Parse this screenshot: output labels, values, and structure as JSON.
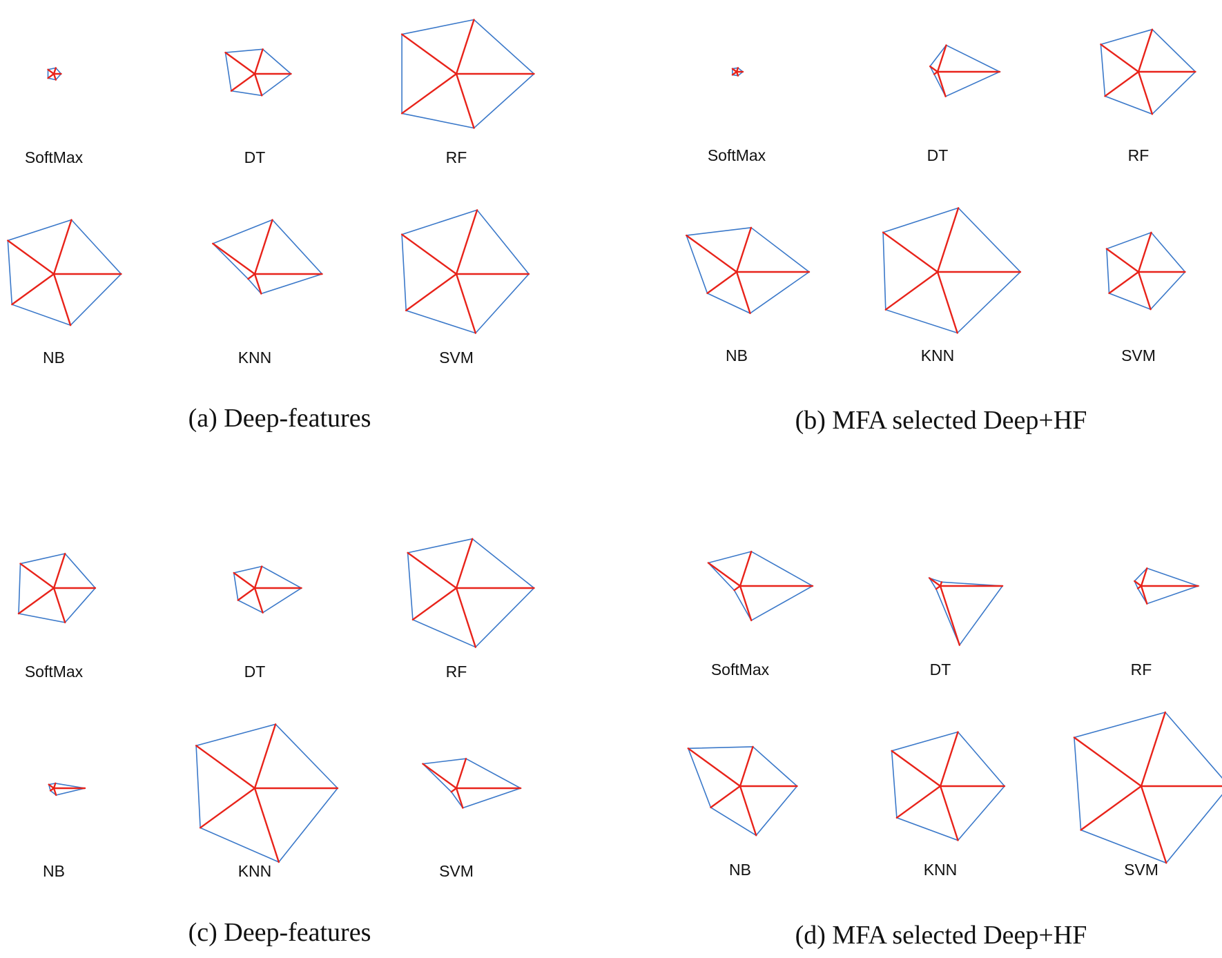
{
  "colors": {
    "outline": "#3a78c9",
    "spokes": "#e8231a"
  },
  "chart_data": [
    {
      "type": "radar",
      "caption": "(a) Deep-features",
      "charts": [
        {
          "label": "SoftMax",
          "values": [
            0.06,
            0.07,
            0.07,
            0.07,
            0.06
          ]
        },
        {
          "label": "DT",
          "values": [
            0.25,
            0.35,
            0.35,
            0.28,
            0.22
          ]
        },
        {
          "label": "RF",
          "values": [
            0.55,
            0.65,
            0.75,
            0.65,
            0.55
          ]
        },
        {
          "label": "NB",
          "values": [
            0.55,
            0.55,
            0.65,
            0.5,
            0.52
          ]
        },
        {
          "label": "KNN",
          "values": [
            0.55,
            0.5,
            0.65,
            0.08,
            0.2
          ]
        },
        {
          "label": "SVM",
          "values": [
            0.65,
            0.65,
            0.7,
            0.6,
            0.6
          ]
        }
      ]
    },
    {
      "type": "radar",
      "caption": "(b) MFA selected Deep+HF",
      "charts": [
        {
          "label": "SoftMax",
          "values": [
            0.04,
            0.05,
            0.06,
            0.05,
            0.04
          ]
        },
        {
          "label": "DT",
          "values": [
            0.27,
            0.09,
            0.6,
            0.04,
            0.25
          ]
        },
        {
          "label": "RF",
          "values": [
            0.43,
            0.45,
            0.55,
            0.4,
            0.43
          ]
        },
        {
          "label": "NB",
          "values": [
            0.45,
            0.6,
            0.7,
            0.35,
            0.42
          ]
        },
        {
          "label": "KNN",
          "values": [
            0.65,
            0.65,
            0.8,
            0.62,
            0.62
          ]
        },
        {
          "label": "SVM",
          "values": [
            0.4,
            0.38,
            0.45,
            0.35,
            0.38
          ]
        }
      ]
    },
    {
      "type": "radar",
      "caption": "(c) Deep-features",
      "charts": [
        {
          "label": "SoftMax",
          "values": [
            0.35,
            0.4,
            0.4,
            0.42,
            0.35
          ]
        },
        {
          "label": "DT",
          "values": [
            0.22,
            0.25,
            0.45,
            0.2,
            0.25
          ]
        },
        {
          "label": "RF",
          "values": [
            0.5,
            0.58,
            0.75,
            0.52,
            0.6
          ]
        },
        {
          "label": "NB",
          "values": [
            0.05,
            0.06,
            0.3,
            0.04,
            0.07
          ]
        },
        {
          "label": "KNN",
          "values": [
            0.65,
            0.7,
            0.8,
            0.65,
            0.75
          ]
        },
        {
          "label": "SVM",
          "values": [
            0.3,
            0.4,
            0.62,
            0.06,
            0.2
          ]
        }
      ]
    },
    {
      "type": "radar",
      "caption": "(d) MFA selected Deep+HF",
      "charts": [
        {
          "label": "SoftMax",
          "values": [
            0.35,
            0.38,
            0.7,
            0.07,
            0.35
          ]
        },
        {
          "label": "DT",
          "values": [
            0.04,
            0.13,
            0.6,
            0.05,
            0.6
          ]
        },
        {
          "label": "RF",
          "values": [
            0.18,
            0.08,
            0.55,
            0.04,
            0.18
          ]
        },
        {
          "label": "NB",
          "values": [
            0.4,
            0.62,
            0.55,
            0.35,
            0.5
          ]
        },
        {
          "label": "KNN",
          "values": [
            0.55,
            0.58,
            0.62,
            0.52,
            0.55
          ]
        },
        {
          "label": "SVM",
          "values": [
            0.75,
            0.8,
            0.85,
            0.72,
            0.78
          ]
        }
      ]
    }
  ]
}
